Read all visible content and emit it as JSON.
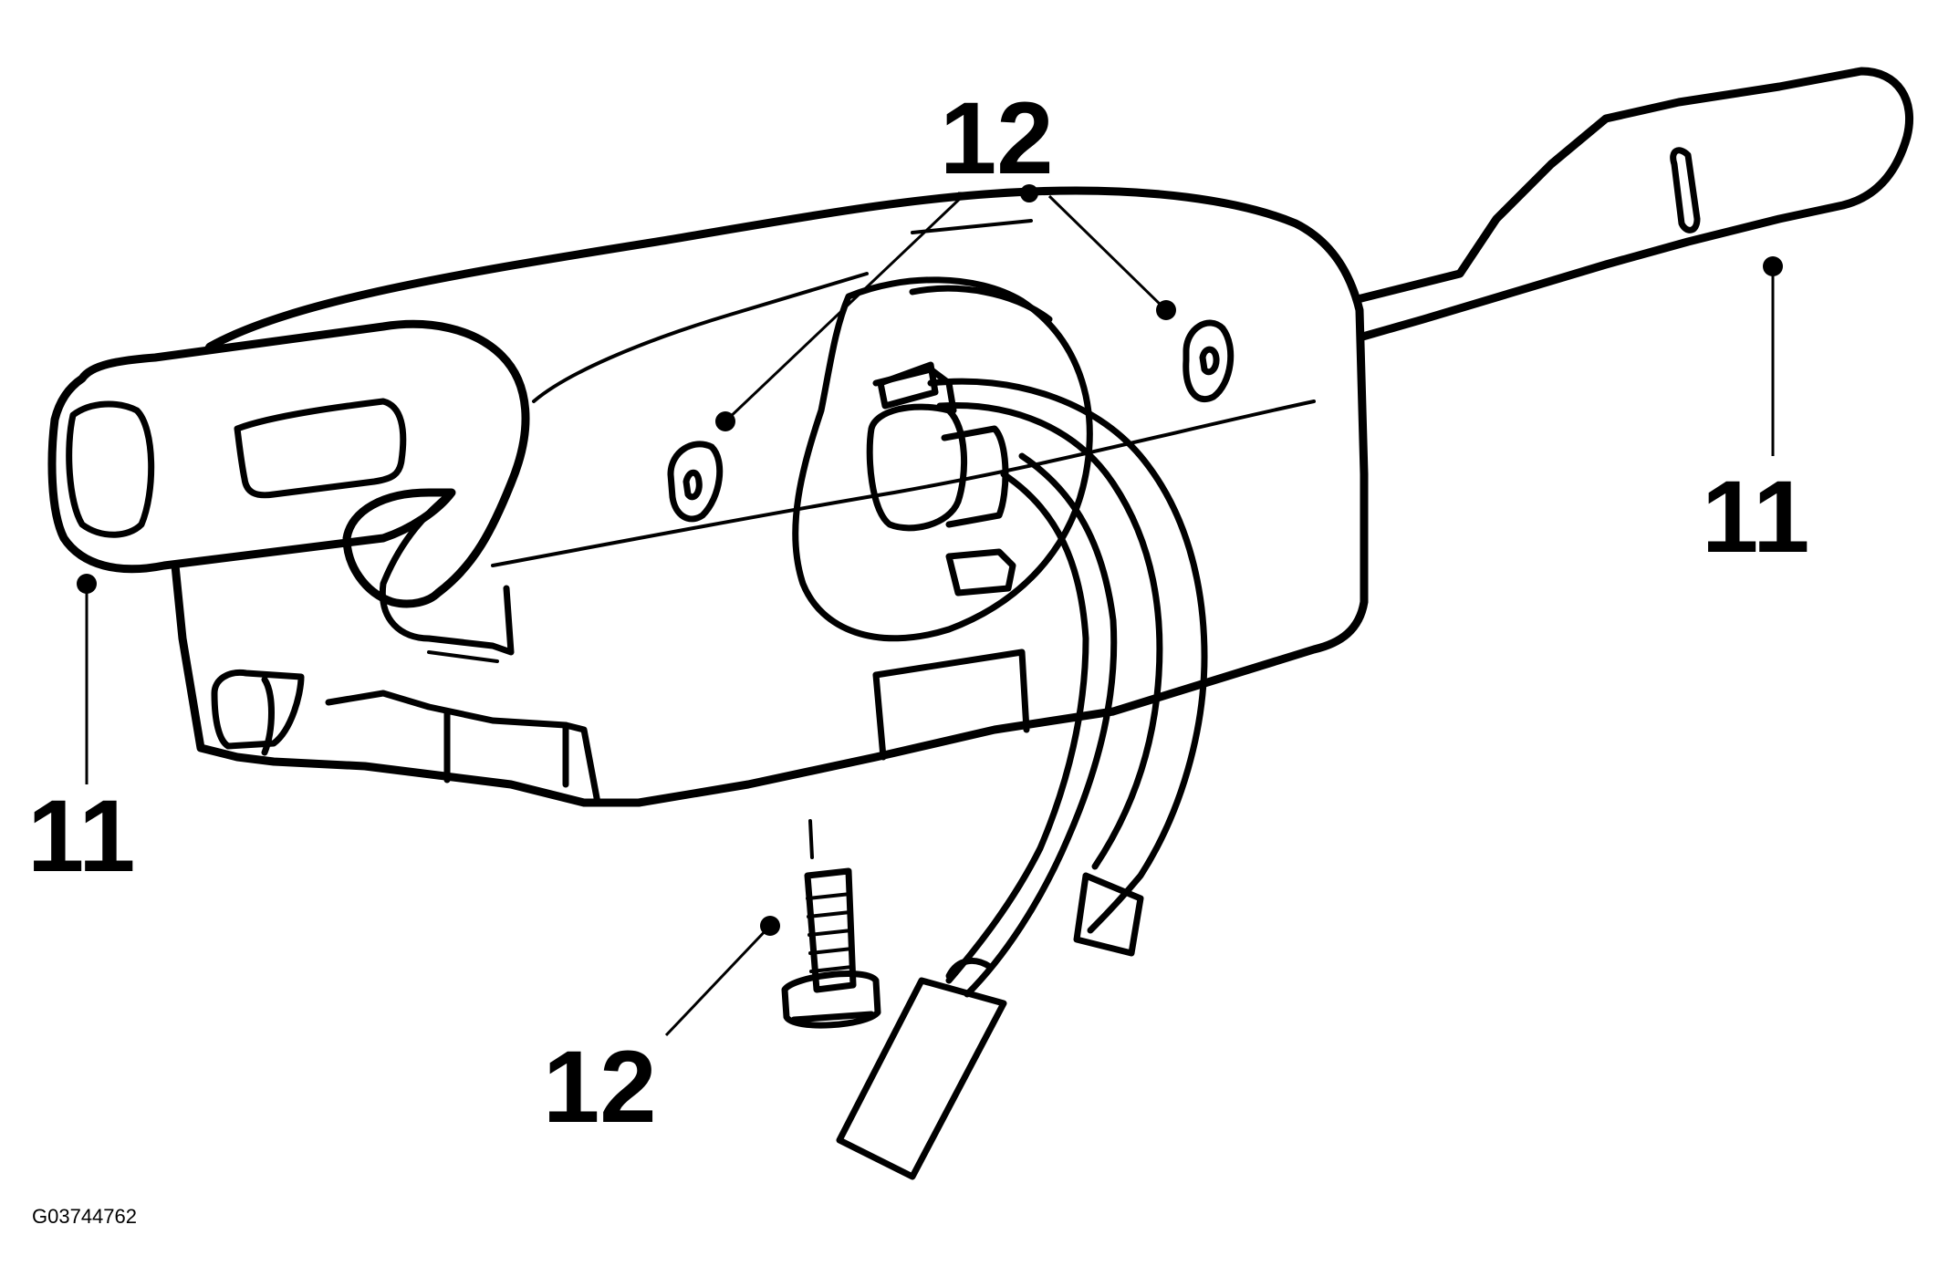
{
  "figure_id": "G03744762",
  "callouts": {
    "top": "12",
    "bottom": "12",
    "left": "11",
    "right": "11"
  },
  "ink_color": "#000000",
  "background_color": "#ffffff"
}
